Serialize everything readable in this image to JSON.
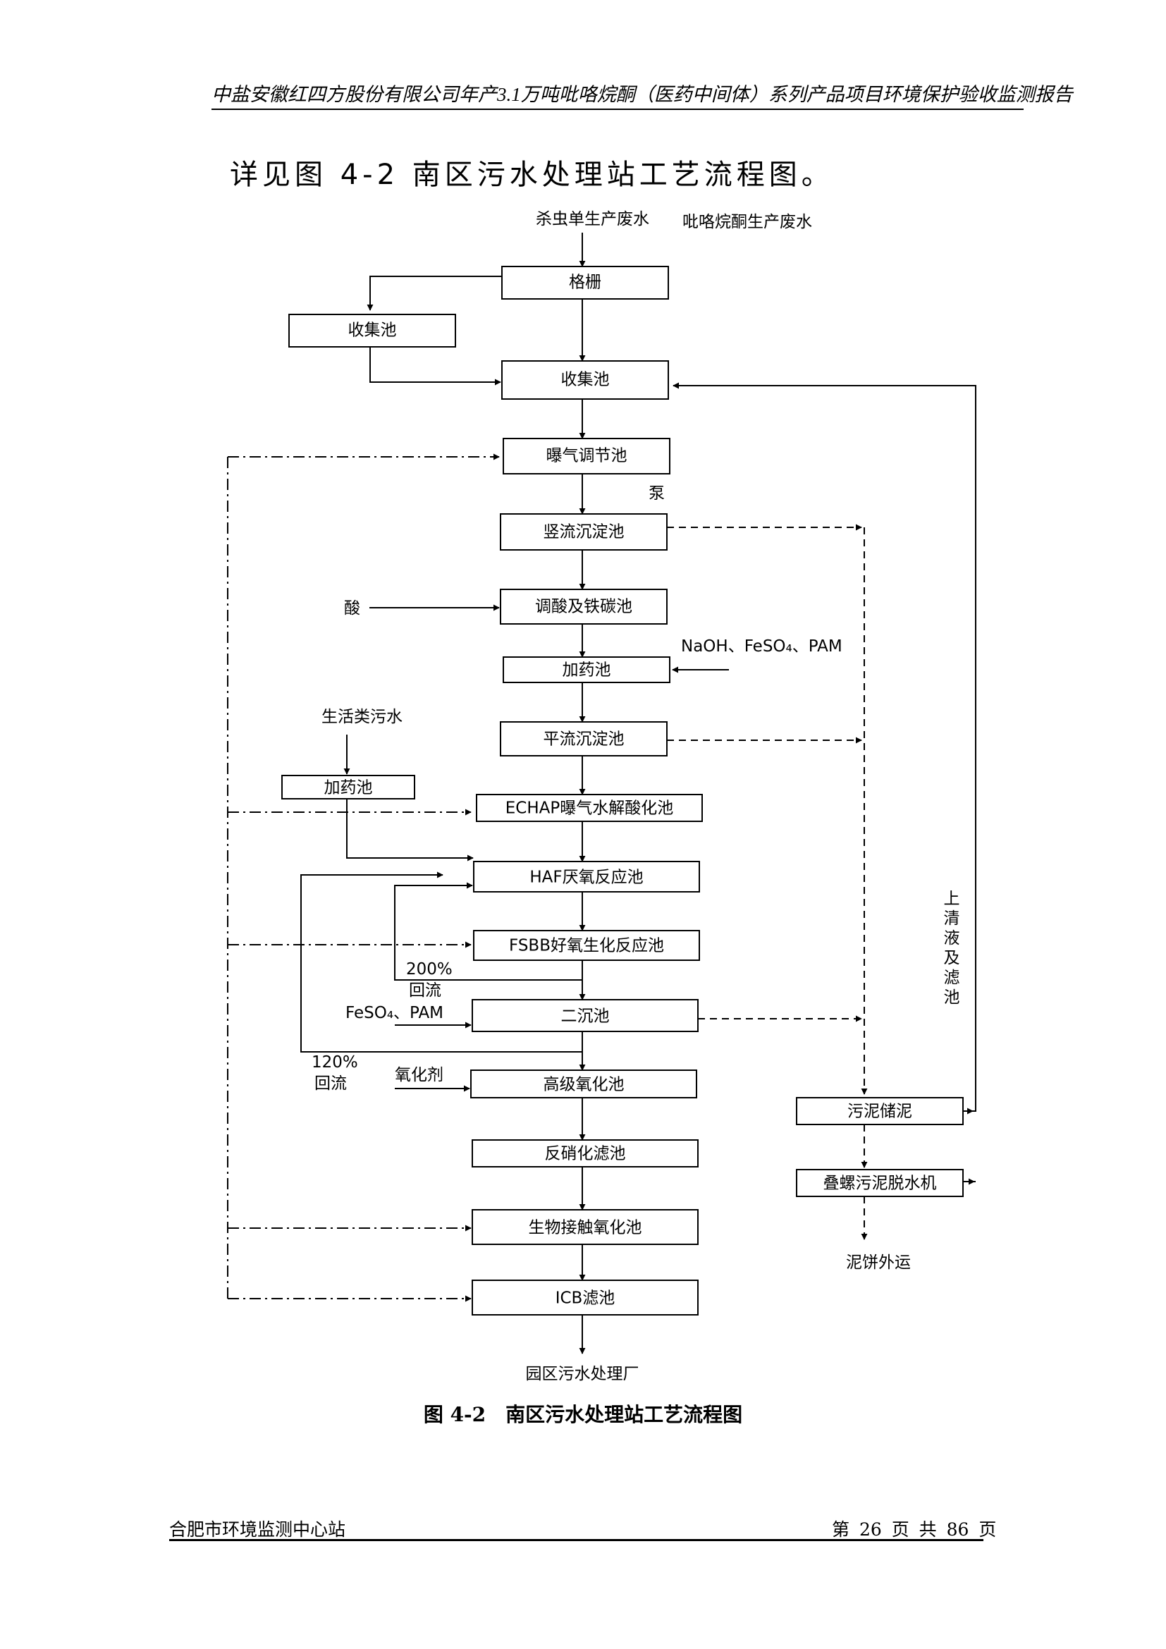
{
  "header": {
    "title": "中盐安徽红四方股份有限公司年产3.1万吨吡咯烷酮（医药中间体）系列产品项目环境保护验收监测报告"
  },
  "intro_text": "详见图 4-2 南区污水处理站工艺流程图。",
  "diagram": {
    "inputs": {
      "source1": "杀虫单生产废水",
      "source2": "吡咯烷酮生产废水",
      "pump": "泵",
      "acid": "酸",
      "chem1": "NaOH、FeSO₄、PAM",
      "domestic": "生活类污水",
      "chem2": "FeSO₄、PAM",
      "oxidant": "氧化剂",
      "return200": "200%",
      "return200_label": "回流",
      "return120": "120%",
      "return120_label": "回流",
      "supernatant": "上清液及滤池",
      "sludge_out": "泥饼外运",
      "discharge": "园区污水处理厂"
    },
    "boxes": {
      "grille": "格栅",
      "collect_left": "收集池",
      "collect_main": "收集池",
      "aeration": "曝气调节池",
      "vertical_settle": "竖流沉淀池",
      "acid_fecarbon": "调酸及铁碳池",
      "dosing1": "加药池",
      "flat_settle": "平流沉淀池",
      "dosing2": "加药池",
      "echap": "ECHAP曝气水解酸化池",
      "haf": "HAF厌氧反应池",
      "fsbb": "FSBB好氧生化反应池",
      "secondary": "二沉池",
      "adv_oxid": "高级氧化池",
      "denitr": "反硝化滤池",
      "bio_contact": "生物接触氧化池",
      "icb": "ICB滤池",
      "sludge_store": "污泥储泥",
      "screw_press": "叠螺污泥脱水机"
    }
  },
  "caption": "图 4-2　南区污水处理站工艺流程图",
  "footer": {
    "org": "合肥市环境监测中心站",
    "page_info": "第 26 页 共 86 页"
  }
}
